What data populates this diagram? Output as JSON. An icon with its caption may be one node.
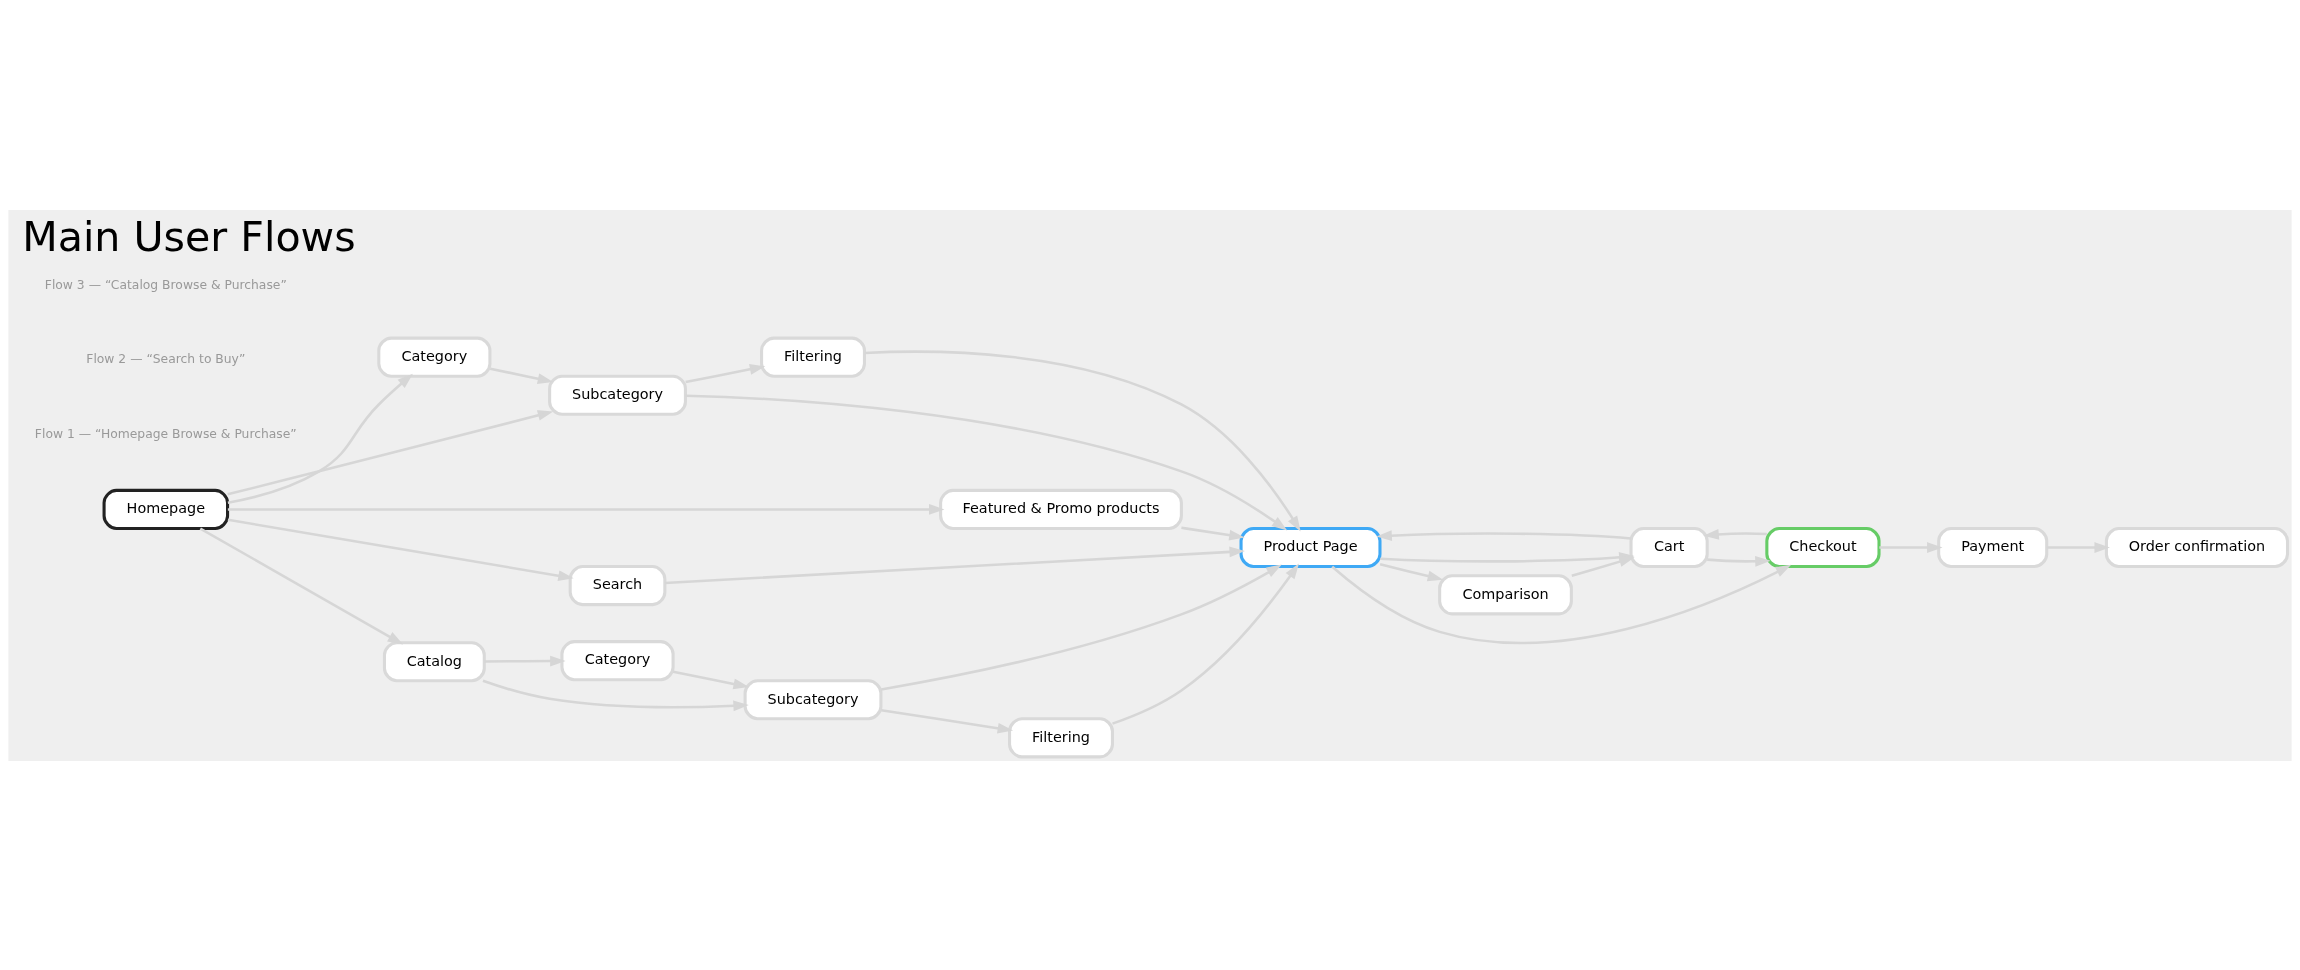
{
  "diagram": {
    "title": "Main User Flows",
    "nodes": [
      {
        "text": [
          "Category"
        ]
      },
      {
        "text": [
          "Subcategory"
        ]
      },
      {
        "text": [
          "Filtering"
        ]
      },
      {
        "text": [
          "Order confirmation"
        ]
      },
      {
        "text": [
          "Featured & Promo products"
        ]
      },
      {
        "text": [
          "Payment"
        ]
      },
      {
        "text": [
          "Homepage"
        ]
      },
      {
        "text": [
          "Search"
        ]
      },
      {
        "text": [
          "Product Page"
        ]
      },
      {
        "text": [
          "Cart"
        ]
      },
      {
        "text": [
          "Checkout"
        ]
      },
      {
        "text": [
          "Catalog"
        ]
      },
      {
        "text": [
          "Category"
        ]
      },
      {
        "text": [
          "Subcategory"
        ]
      },
      {
        "text": [
          "Filtering"
        ]
      },
      {
        "text": [
          "Comparison"
        ]
      }
    ],
    "edges": [
      {
        "from": 6,
        "to": 0,
        "arrow": "to"
      },
      {
        "from": 6,
        "to": 1,
        "arrow": "to"
      },
      {
        "from": 6,
        "to": 4,
        "arrow": "to"
      },
      {
        "from": 0,
        "to": 1,
        "arrow": "to"
      },
      {
        "from": 1,
        "to": 2,
        "arrow": "to"
      },
      {
        "from": 1,
        "to": 8,
        "arrow": "to"
      },
      {
        "from": 2,
        "to": 8,
        "arrow": "to"
      },
      {
        "from": 4,
        "to": 8,
        "arrow": "to"
      },
      {
        "from": 8,
        "to": 10,
        "arrow": "to"
      },
      {
        "from": 9,
        "to": 8,
        "arrow": "to"
      },
      {
        "from": 6,
        "to": 7,
        "arrow": "to"
      },
      {
        "from": 7,
        "to": 8,
        "arrow": "to"
      },
      {
        "from": 8,
        "to": 9,
        "arrow": "to"
      },
      {
        "from": 9,
        "to": 10,
        "arrow": "to"
      },
      {
        "from": 10,
        "to": 5,
        "arrow": "to"
      },
      {
        "from": 5,
        "to": 3,
        "arrow": "to"
      },
      {
        "from": 6,
        "to": 11,
        "arrow": "to"
      },
      {
        "from": 11,
        "to": 12,
        "arrow": "to"
      },
      {
        "from": 12,
        "to": 13,
        "arrow": "to"
      },
      {
        "from": 11,
        "to": 13,
        "arrow": "to"
      },
      {
        "from": 13,
        "to": 8,
        "arrow": "to"
      },
      {
        "from": 13,
        "to": 14,
        "arrow": "to"
      },
      {
        "from": 14,
        "to": 8,
        "arrow": "to"
      },
      {
        "from": 8,
        "to": 15,
        "arrow": "to"
      },
      {
        "from": 15,
        "to": 9,
        "arrow": "to"
      },
      {
        "from": 10,
        "to": 9,
        "arrow": "to"
      }
    ],
    "labels": [
      "Flow 1 — “Homepage Browse & Purchase”",
      "Flow 2 — “Search to Buy”",
      "Flow 3 — “Catalog Browse & Purchase”"
    ]
  }
}
